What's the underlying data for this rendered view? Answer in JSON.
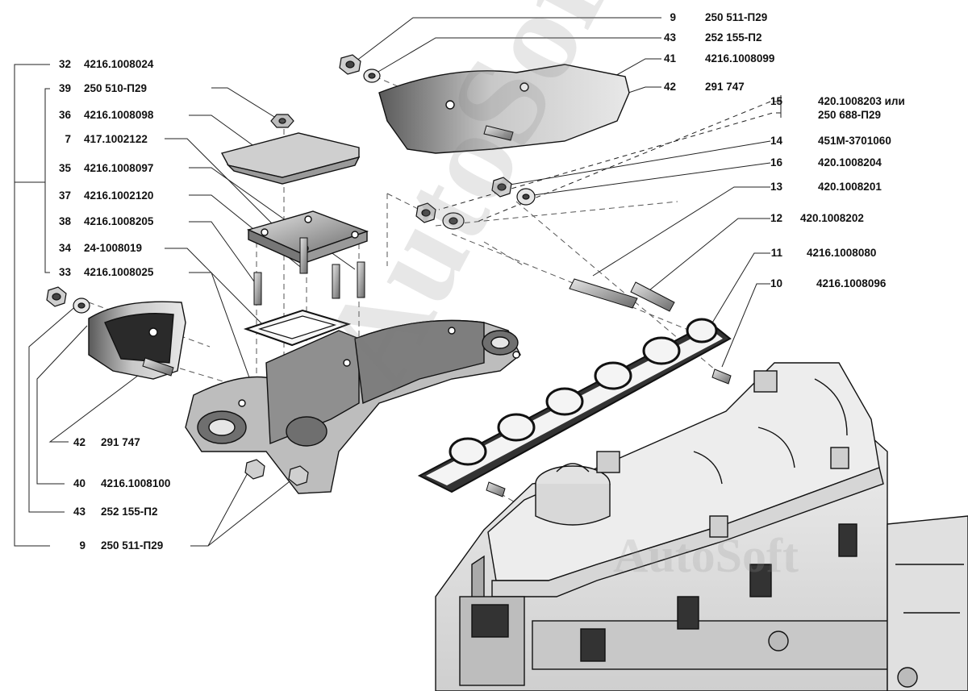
{
  "watermark": {
    "main": "AutoSoft",
    "secondary": "AutoSoft"
  },
  "labels": [
    {
      "id": "l9a",
      "num": "9",
      "code": "250 511-П29"
    },
    {
      "id": "l43a",
      "num": "43",
      "code": "252 155-П2"
    },
    {
      "id": "l41",
      "num": "41",
      "code": "4216.1008099"
    },
    {
      "id": "l42a",
      "num": "42",
      "code": "291 747"
    },
    {
      "id": "l15",
      "num": "15",
      "code": "420.1008203 или",
      "code2": "250 688-П29"
    },
    {
      "id": "l14",
      "num": "14",
      "code": "451М-3701060"
    },
    {
      "id": "l16",
      "num": "16",
      "code": "420.1008204"
    },
    {
      "id": "l13",
      "num": "13",
      "code": "420.1008201"
    },
    {
      "id": "l12",
      "num": "12",
      "code": "420.1008202"
    },
    {
      "id": "l11",
      "num": "11",
      "code": "4216.1008080"
    },
    {
      "id": "l10",
      "num": "10",
      "code": "4216.1008096"
    },
    {
      "id": "l32",
      "num": "32",
      "code": "4216.1008024"
    },
    {
      "id": "l39",
      "num": "39",
      "code": "250 510-П29"
    },
    {
      "id": "l36",
      "num": "36",
      "code": "4216.1008098"
    },
    {
      "id": "l7",
      "num": "7",
      "code": "417.1002122"
    },
    {
      "id": "l35",
      "num": "35",
      "code": "4216.1008097"
    },
    {
      "id": "l37",
      "num": "37",
      "code": "4216.1002120"
    },
    {
      "id": "l38",
      "num": "38",
      "code": "4216.1008205"
    },
    {
      "id": "l34",
      "num": "34",
      "code": "24-1008019"
    },
    {
      "id": "l33",
      "num": "33",
      "code": "4216.1008025"
    },
    {
      "id": "l42b",
      "num": "42",
      "code": "291 747"
    },
    {
      "id": "l40",
      "num": "40",
      "code": "4216.1008100"
    },
    {
      "id": "l43b",
      "num": "43",
      "code": "252 155-П2"
    },
    {
      "id": "l9b",
      "num": "9",
      "code": "250 511-П29"
    }
  ]
}
